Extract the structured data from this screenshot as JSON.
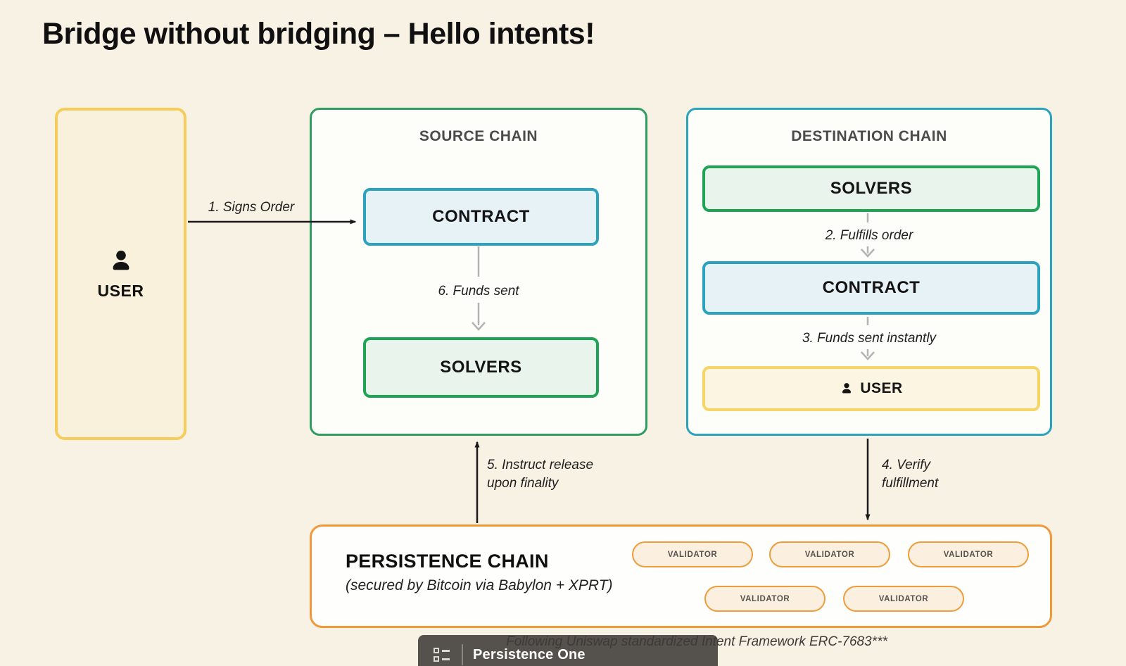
{
  "title": "Bridge without bridging – Hello intents!",
  "user_panel": {
    "label": "USER"
  },
  "source_chain": {
    "title": "SOURCE CHAIN",
    "contract": "CONTRACT",
    "solvers": "SOLVERS"
  },
  "destination_chain": {
    "title": "DESTINATION CHAIN",
    "solvers": "SOLVERS",
    "contract": "CONTRACT",
    "user": "USER"
  },
  "persistence_chain": {
    "title": "PERSISTENCE CHAIN",
    "subtitle": "(secured by Bitcoin via Babylon + XPRT)",
    "validators": [
      "VALIDATOR",
      "VALIDATOR",
      "VALIDATOR",
      "VALIDATOR",
      "VALIDATOR"
    ]
  },
  "flow": {
    "step1": "1. Signs Order",
    "step2": "2. Fulfills order",
    "step3": "3. Funds sent instantly",
    "step4": "4. Verify\nfulfillment",
    "step5": "5. Instruct release\nupon finality",
    "step6": "6. Funds sent"
  },
  "footer": {
    "caption": "Following Uniswap standardized Intent Framework ERC-7683***",
    "brand": "Persistence One"
  },
  "colors": {
    "background": "#F8F2E5",
    "yellow_border": "#F6CD5B",
    "green_border": "#1FA355",
    "source_border": "#2E9D62",
    "teal_border": "#2BA2BE",
    "orange_border": "#F0993B",
    "contract_fill": "#E7F2F6",
    "solvers_fill": "#E8F4EC",
    "user_fill": "#FCF5E1",
    "validator_fill": "#FBF0DF",
    "footer_bar": "#55524D"
  }
}
